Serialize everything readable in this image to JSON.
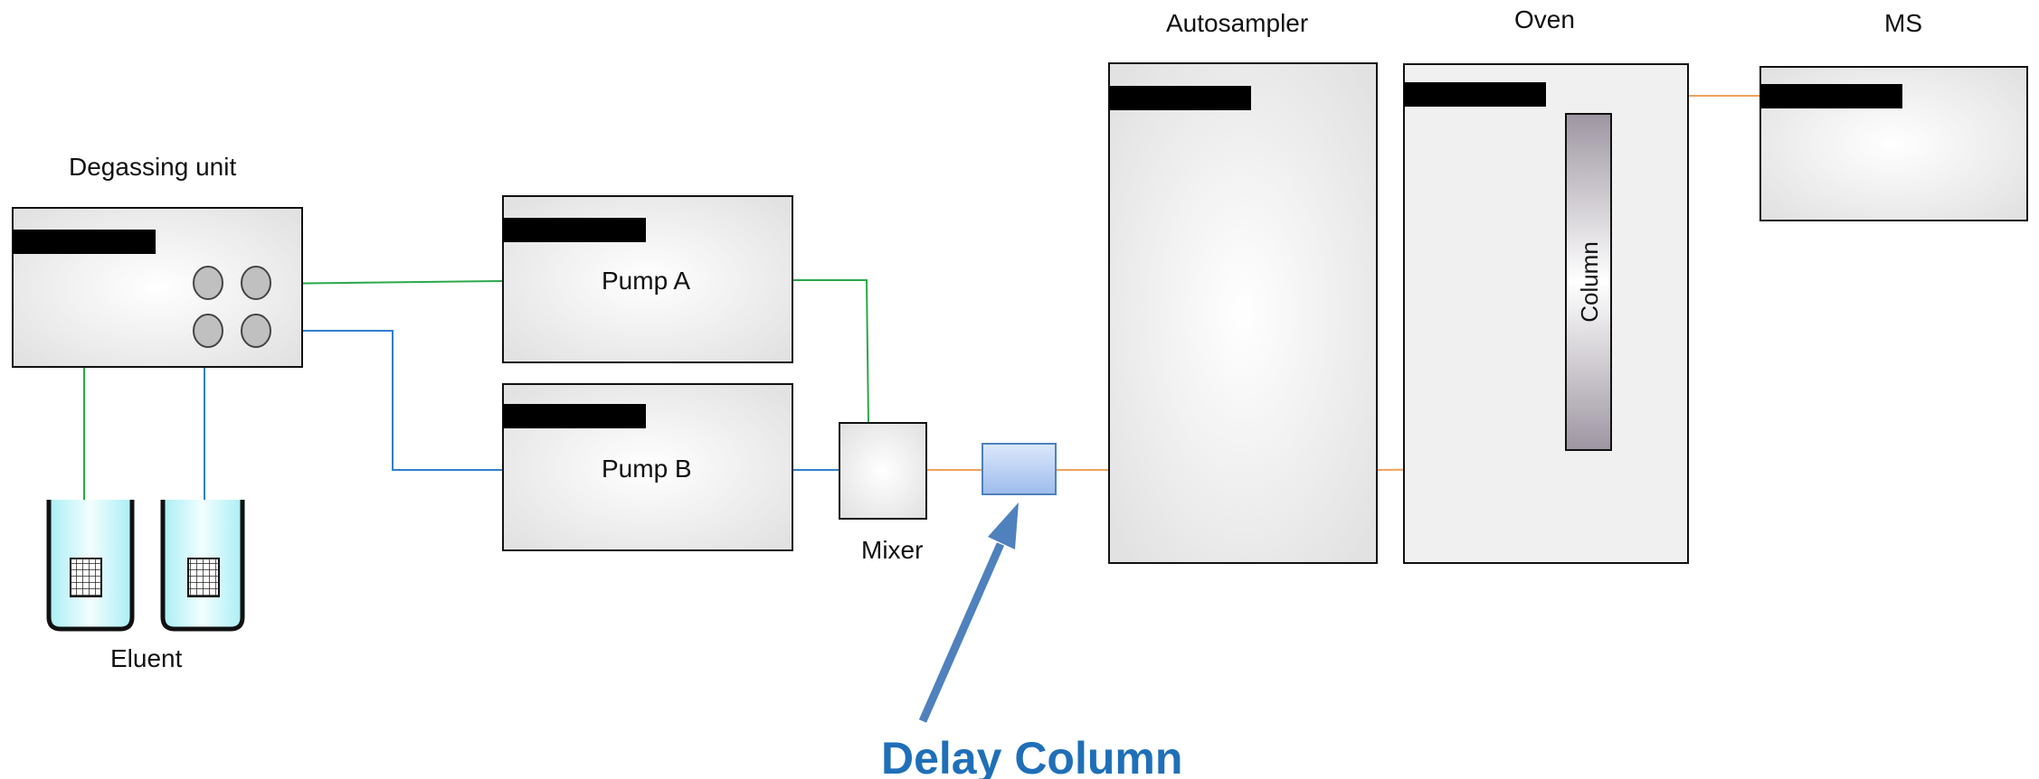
{
  "labels": {
    "degassing_unit": "Degassing unit",
    "pump_a": "Pump A",
    "pump_b": "Pump B",
    "mixer": "Mixer",
    "eluent": "Eluent",
    "autosampler": "Autosampler",
    "oven": "Oven",
    "ms": "MS",
    "column": "Column",
    "delay_column": "Delay Column"
  },
  "colors": {
    "line_a": "#2aa84a",
    "line_b": "#2f7fd0",
    "line_flow": "#f0a25c",
    "callout": "#1f6fb8",
    "arrow": "#4f81bd",
    "delay_column_fill": "#bcd3f5",
    "delay_column_border": "#4f81bd",
    "eluent_fill": "#d2f7fb",
    "label_bar": "#000000"
  }
}
